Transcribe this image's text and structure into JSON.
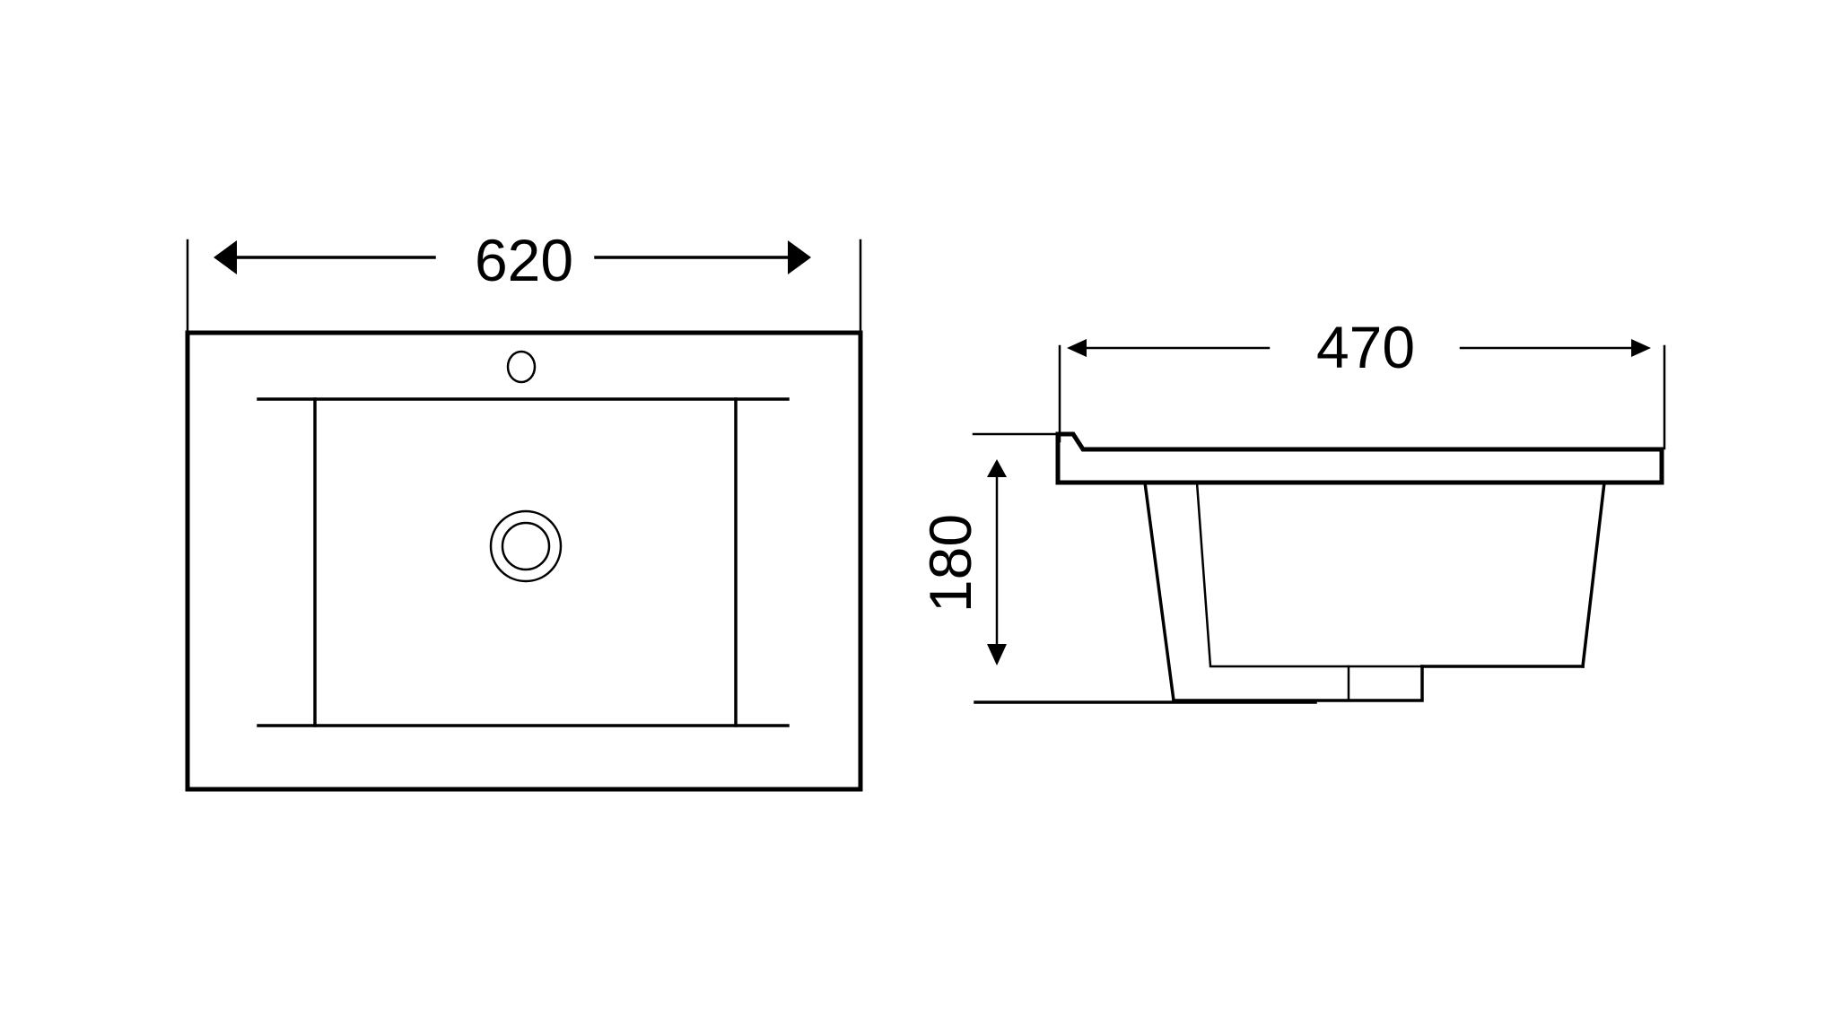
{
  "views": {
    "top_view": {
      "width_dimension": "620"
    },
    "side_view": {
      "depth_dimension": "470",
      "height_dimension": "180"
    }
  },
  "colors": {
    "line": "#000000",
    "background": "#ffffff"
  }
}
